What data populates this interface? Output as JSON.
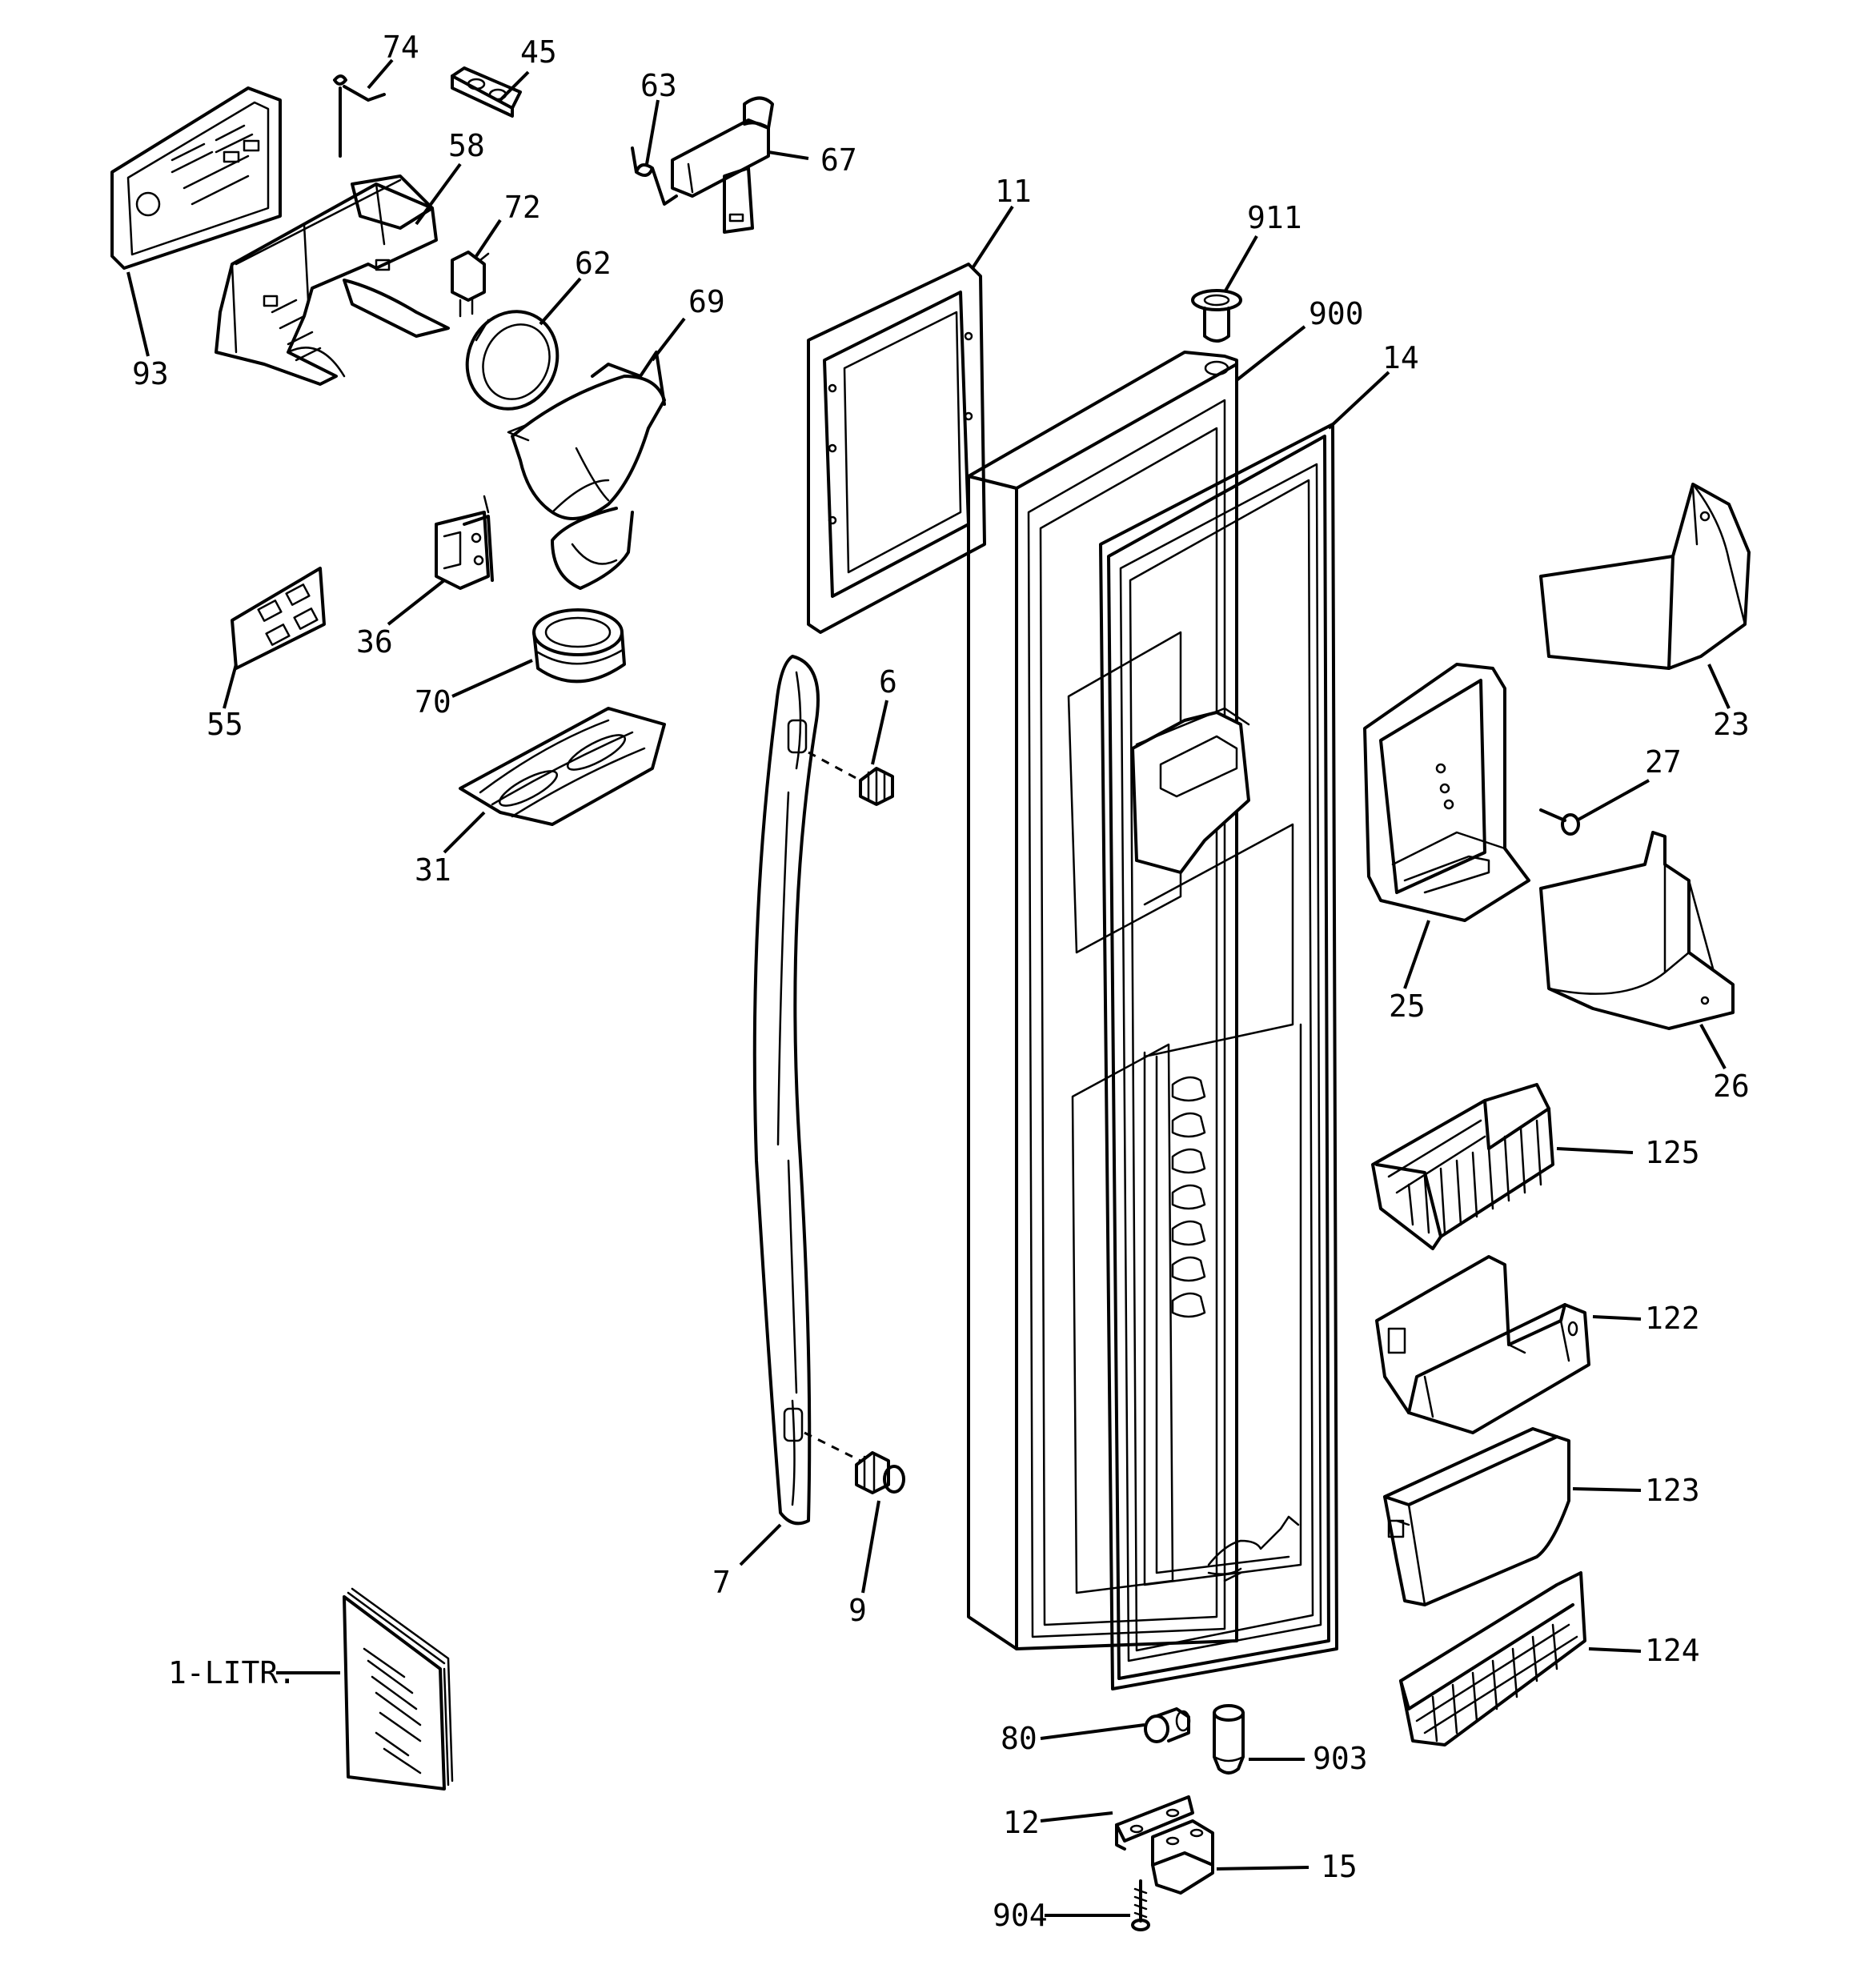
{
  "callouts": {
    "c74": "74",
    "c45": "45",
    "c63": "63",
    "c67": "67",
    "c58": "58",
    "c72": "72",
    "c62": "62",
    "c69": "69",
    "c93": "93",
    "c11": "11",
    "c911": "911",
    "c900": "900",
    "c14": "14",
    "c36": "36",
    "c55": "55",
    "c70": "70",
    "c31": "31",
    "c6": "6",
    "c7": "7",
    "c9": "9",
    "c23": "23",
    "c27": "27",
    "c25": "25",
    "c26": "26",
    "c125": "125",
    "c122": "122",
    "c123": "123",
    "c124": "124",
    "c1litr": "1-LITR.",
    "c80": "80",
    "c903": "903",
    "c12": "12",
    "c15": "15",
    "c904": "904"
  }
}
